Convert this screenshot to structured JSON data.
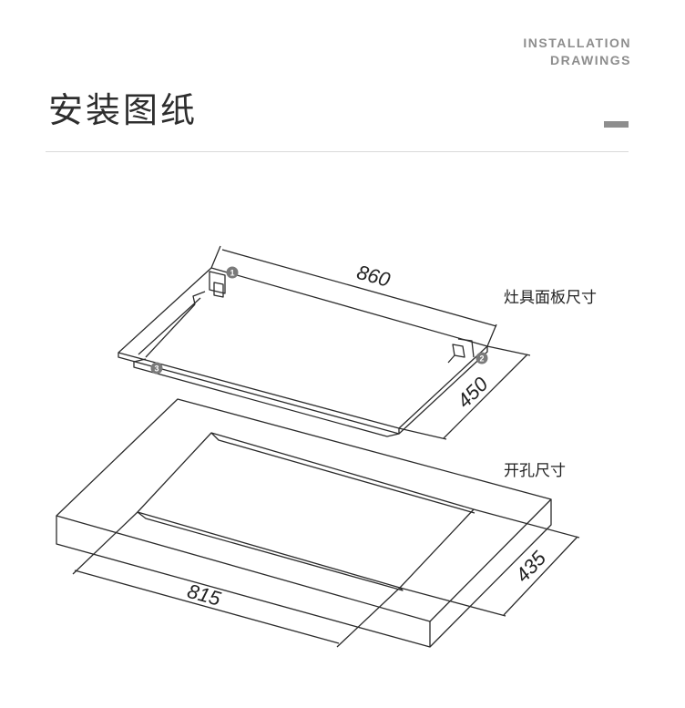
{
  "header": {
    "title_en_line1": "INSTALLATION",
    "title_en_line2": "DRAWINGS",
    "title_zh": "安装图纸"
  },
  "drawing": {
    "panel_label": "灶具面板尺寸",
    "cutout_label": "开孔尺寸",
    "panel_width": "860",
    "panel_depth": "450",
    "cutout_width": "815",
    "cutout_depth": "435",
    "markers": [
      "1",
      "2",
      "3"
    ]
  },
  "colors": {
    "line": "#2b2b2b",
    "marker": "#7a7a7a",
    "accent": "#8e8e8e"
  }
}
